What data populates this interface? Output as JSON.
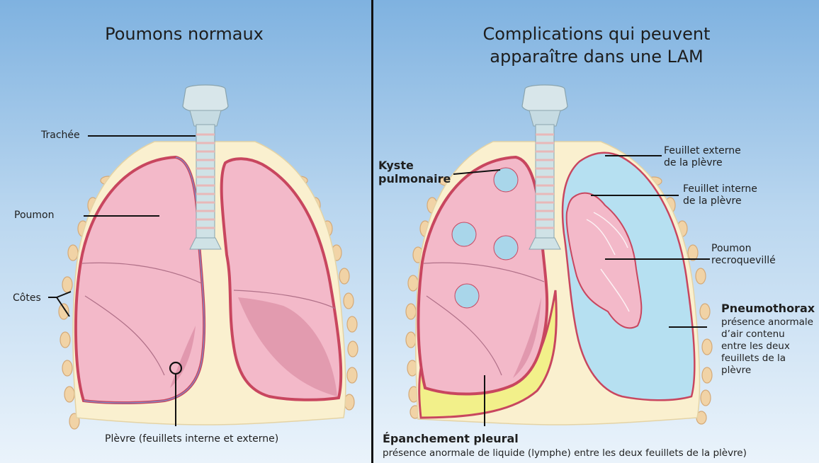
{
  "left_panel": {
    "title": "Poumons normaux",
    "labels": {
      "trachee": "Trachée",
      "poumon": "Poumon",
      "cotes": "Côtes",
      "plevre": "Plèvre (feuillets interne et externe)"
    }
  },
  "right_panel": {
    "title_line1": "Complications qui peuvent",
    "title_line2": "apparaître dans une LAM",
    "labels": {
      "kyste_line1": "Kyste",
      "kyste_line2": "pulmonaire",
      "feuillet_externe_line1": "Feuillet externe",
      "feuillet_externe_line2": "de la plèvre",
      "feuillet_interne_line1": "Feuillet interne",
      "feuillet_interne_line2": "de la plèvre",
      "poumon_recro_line1": "Poumon",
      "poumon_recro_line2": "recroquevillé",
      "pneumothorax_title": "Pneumothorax",
      "pneumothorax_desc": [
        "présence anormale",
        "d’air contenu",
        "entre les deux",
        "feuillets de la",
        "plèvre"
      ],
      "epanchement_title": "Épanchement pleural",
      "epanchement_desc": "présence anormale de liquide (lymphe) entre les deux feuillets de la plèvre)"
    }
  },
  "colors": {
    "chest_fill": "#faf0cf",
    "lung_fill": "#f3b9c9",
    "lung_outline": "#c8465f",
    "rib_fill": "#f1d3a6",
    "trachea_fill": "#d8e6ea",
    "air_fill": "#b6e0f1",
    "fluid_fill": "#f2f08a",
    "cyst_fill": "#a9d6ea"
  }
}
